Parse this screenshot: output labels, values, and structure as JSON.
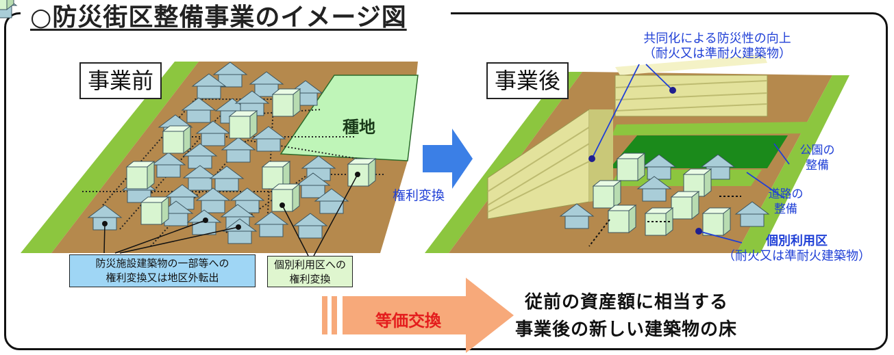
{
  "title": "○防災街区整備事業のイメージ図",
  "before_label": "事業前",
  "after_label": "事業後",
  "seed_land_label": "種地",
  "rights_conversion_label": "権利変換",
  "note_left": [
    "防災施設建築物の一部等への",
    "権利変換又は地区外転出"
  ],
  "note_right": [
    "個別利用区への",
    "権利変換"
  ],
  "joint_title": "共同化による防災性の向上",
  "joint_sub": "（耐火又は準耐火建築物）",
  "park_label": [
    "公園の",
    "整備"
  ],
  "road_label": [
    "道路の",
    "整備"
  ],
  "individual_title": "個別利用区",
  "individual_sub": "（耐火又は準耐火建築物）",
  "equal_exchange_label": "等価交換",
  "result_lines": [
    "従前の資産額に相当する",
    "事業後の新しい建築物の床"
  ],
  "colors": {
    "ground": "#b5894d",
    "greenbelt": "#8cc63f",
    "seed_land": "#bff5b8",
    "house_roof": "#a9cdd8",
    "house_box": "#d8f5d0",
    "building": "#e3e29c",
    "park": "#1b8a1b",
    "blue_text": "#1f3fd6",
    "arrow_blue": "#3b7fe6",
    "arrow_orange": "#f7a97a",
    "red_text": "#e41d1d"
  }
}
